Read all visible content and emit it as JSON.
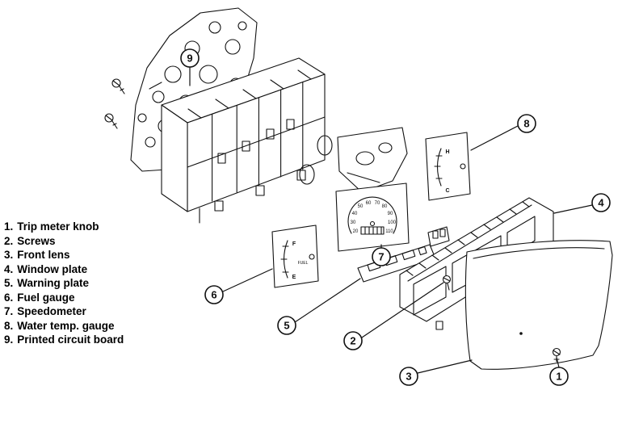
{
  "figure": {
    "background": "#ffffff",
    "line_color": "#111111"
  },
  "legend": {
    "items": [
      {
        "num": "1.",
        "label": "Trip meter knob"
      },
      {
        "num": "2.",
        "label": "Screws"
      },
      {
        "num": "3.",
        "label": "Front lens"
      },
      {
        "num": "4.",
        "label": "Window plate"
      },
      {
        "num": "5.",
        "label": "Warning plate"
      },
      {
        "num": "6.",
        "label": "Fuel gauge"
      },
      {
        "num": "7.",
        "label": "Speedometer"
      },
      {
        "num": "8.",
        "label": "Water temp. gauge"
      },
      {
        "num": "9.",
        "label": "Printed circuit board"
      }
    ]
  },
  "callouts": {
    "c1": "1",
    "c2": "2",
    "c3": "3",
    "c4": "4",
    "c5": "5",
    "c6": "6",
    "c7": "7",
    "c8": "8",
    "c9": "9"
  },
  "gauges": {
    "speedometer": {
      "scale": [
        "20",
        "30",
        "40",
        "50",
        "60",
        "70",
        "80",
        "90",
        "100",
        "110"
      ]
    },
    "fuel": {
      "top": "F",
      "bottom": "E",
      "label": "FUEL"
    },
    "temp": {
      "top": "H",
      "bottom": "C"
    }
  }
}
